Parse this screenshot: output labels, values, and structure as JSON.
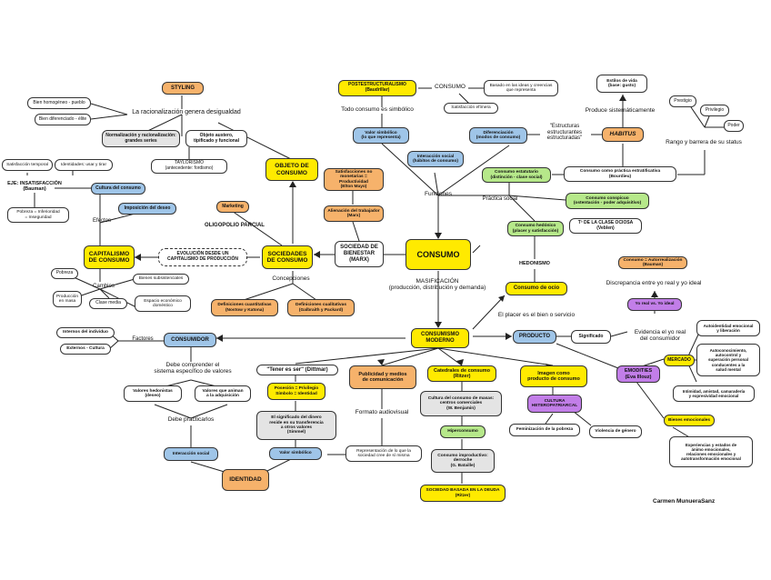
{
  "colors": {
    "yellow": "#ffea00",
    "orange": "#f6b26b",
    "blue": "#9fc5e8",
    "green": "#b6e88a",
    "purple": "#c27ee8",
    "grey": "#e4e4e4"
  },
  "nodes": {
    "consumo": "CONSUMO",
    "styling": "STYLING",
    "racionalizacion": "La racionalización genera desigualdad",
    "bien_homogeneo": "Bien homogéneo - pueblo",
    "bien_diferenciado": "Bien diferenciado - élite",
    "normalizacion": "Normalización y racionalización:\ngrandes series",
    "objeto_austero": "Objeto austero,\ntipificado y funcional",
    "taylorismo": "TAYLORISMO\n(antecedente: fordismo)",
    "objeto_de_consumo": "OBJETO DE\nCONSUMO",
    "satisfaccion_temporal": "Satisfacción temporal",
    "identidades": "Identidades: usar y tirar",
    "eje_insatisfaccion": "EJE: INSATISFACCIÓN\n(Bauman)",
    "cultura_del_consumo": "Cultura del consumo",
    "pobreza_inferioridad": "Pobreza = Inferioridad\n= Inseguridad",
    "imposicion_deseo": "Imposición del deseo",
    "marketing": "Marketing",
    "efectos": "Efectos",
    "oligopolio": "OLIGOPOLIO PARCIAL",
    "capitalismo_de_consumo": "CAPITALISMO\nDE CONSUMO",
    "evolucion": "EVOLUCIÓN DESDE UN\nCAPITALISMO DE PRODUCCIÓN",
    "sociedades_de_consumo": "SOCIEDADES\nDE CONSUMO",
    "pobreza": "Pobreza",
    "bienes_subsistenciales": "Bienes subsistenciales",
    "cambios": "Cambios",
    "produccion_en_masa": "Producción\nen masa",
    "clase_media": "Clase media",
    "espacio_economico": "Espacio económico\ndoméstico",
    "concepciones": "Concepciones",
    "definiciones_cuantitativas": "Definiciones cuantitativas\n(Nostow y Katona)",
    "definiciones_cualitativas": "Definiciones cualitativas\n(Galbraith y Packard)",
    "postestructuralismo": "POSTESTRUCTURALISMO\n(Baudrillar)",
    "consumo_label": "CONSUMO",
    "basado_en_ideas": "Basado en las ideas y creencias\nque representa",
    "satisfaccion_efimera": "Satisfacción efímera",
    "todo_consumo_simbolico": "Todo consumo es simbólico",
    "valor_simbolico_top": "Valor simbólico\n(lo que representa)",
    "interaccion_social_top": "Interacción social\n(hábitos de consumo)",
    "diferenciacion": "Diferenciación\n(modos de consumo)",
    "estructuras_estructurantes": "\"Estructuras\nestructurantes\nestructuradas\"",
    "habitus": "HABITUS",
    "estilos_de_vida": "Estilos de vida\n(base: gusto)",
    "produce_sistematicamente": "Produce sistemáticamente",
    "prestigio": "Prestigio",
    "privilegio": "Privilegio",
    "poder": "Poder",
    "rango_barrera": "Rango y barrera de su status",
    "satisfacciones_no_monetarias": "Satisfacciones no\nmonetarias = Productividad\n(Elton Mayo)",
    "alienacion": "Alienación del trabajador\n(Marx)",
    "funciones": "Funciones",
    "consumo_estatutario": "Consumo estatutario\n(distinción - clase social)",
    "consumo_practica": "Consumo como práctica estratificativa\n(Bourdieu)",
    "practica_social": "Práctica social",
    "consumo_conspicuo": "Consumo conspicuo\n(ostentación - poder adquisitivo)",
    "consumo_hedonico": "Consumo hedónico\n(placer y satisfacción)",
    "clase_ociosa": "Tª DE LA CLASE OCIOSA\n(Veblen)",
    "sociedad_de_bienestar": "SOCIEDAD DE\nBIENESTAR\n(MARX)",
    "masificacion": "MASIFICACIÓN\n(producción, distribución y demanda)",
    "hedonismo": "HEDONISMO",
    "consumo_de_ocio": "Consumo de ocio",
    "consumo_autorrealizacion": "Consumo = Autorrealización\n(Bauman)",
    "discrepancia": "Discrepancia entre yo real y yo ideal",
    "yo_real_yo_ideal": "Yo real vs. Yo ideal",
    "el_placer": "El placer es el bien o servicio",
    "consumismo_moderno": "CONSUMISMO\nMODERNO",
    "producto": "PRODUCTO",
    "significado": "Significado",
    "evidencia": "Evidencia el yo real\ndel consumidor",
    "autoidentidad": "Autoidentidad emocional\ny liberación",
    "mercado": "MERCADO",
    "autoconocimiento": "Autoconocimiento,\nautocontrol y\nsuperación personal\nconducentes a la\nsalud mental",
    "emodities": "EMODITIES\n(Eva Illouz)",
    "intimidad": "Intimidad, amistad, camaradería\ny expresividad emocional",
    "bienes_emocionales": "Bienes emocionales",
    "experiencias": "Experiencias y estados de\nánimo emocionales,\nrelaciones emocionales y\nautotransformación emocional",
    "internos": "Internos del individuo",
    "externos": "Externos - Cultura",
    "factores": "Factores",
    "consumidor": "CONSUMIDOR",
    "debe_comprender": "Debe comprender el\nsistema específico de valores",
    "valores_hedonistas": "Valores hedonistas\n(deseo)",
    "valores_animan": "Valores que animan\na la adquisición",
    "debe_practicarlos": "Debe practicarlos",
    "interaccion_social_bottom": "Interacción social",
    "identidad": "IDENTIDAD",
    "tener_es_ser": "\"Tener es ser\" (Dittmar)",
    "posesion": "Posesión = Privilegio\nSímbolo = Identidad",
    "significado_dinero": "El significado del dinero\nreside en su transferencia\na otros valores\n(Simmel)",
    "valor_simbolico_bottom": "Valor simbólico",
    "publicidad": "Publicidad y medios\nde comunicación",
    "formato_audiovisual": "Formato audiovisual",
    "representacion": "Representación de lo que la\nsociedad cree de sí misma",
    "catedrales": "Catedrales de consumo\n(Ritzer)",
    "cultura_masas": "Cultura del consumo de masas:\ncentros comerciales\n(W. Benjamin)",
    "hiperconsumo": "Hiperconsumo",
    "consumo_improductivo": "Consumo improductivo:\nderroche\n(G. Bataille)",
    "sociedad_deuda": "SOCIEDAD BASADA EN LA DEUDA\n(Ritzer)",
    "imagen_producto": "Imagen como\nproducto de consumo",
    "cultura_heteropatriarcal": "CULTURA\nHETEROPATRIARCAL",
    "feminizacion": "Feminización de la pobreza",
    "violencia_genero": "Violencia de género",
    "author": "Carmen MunueraSanz"
  }
}
